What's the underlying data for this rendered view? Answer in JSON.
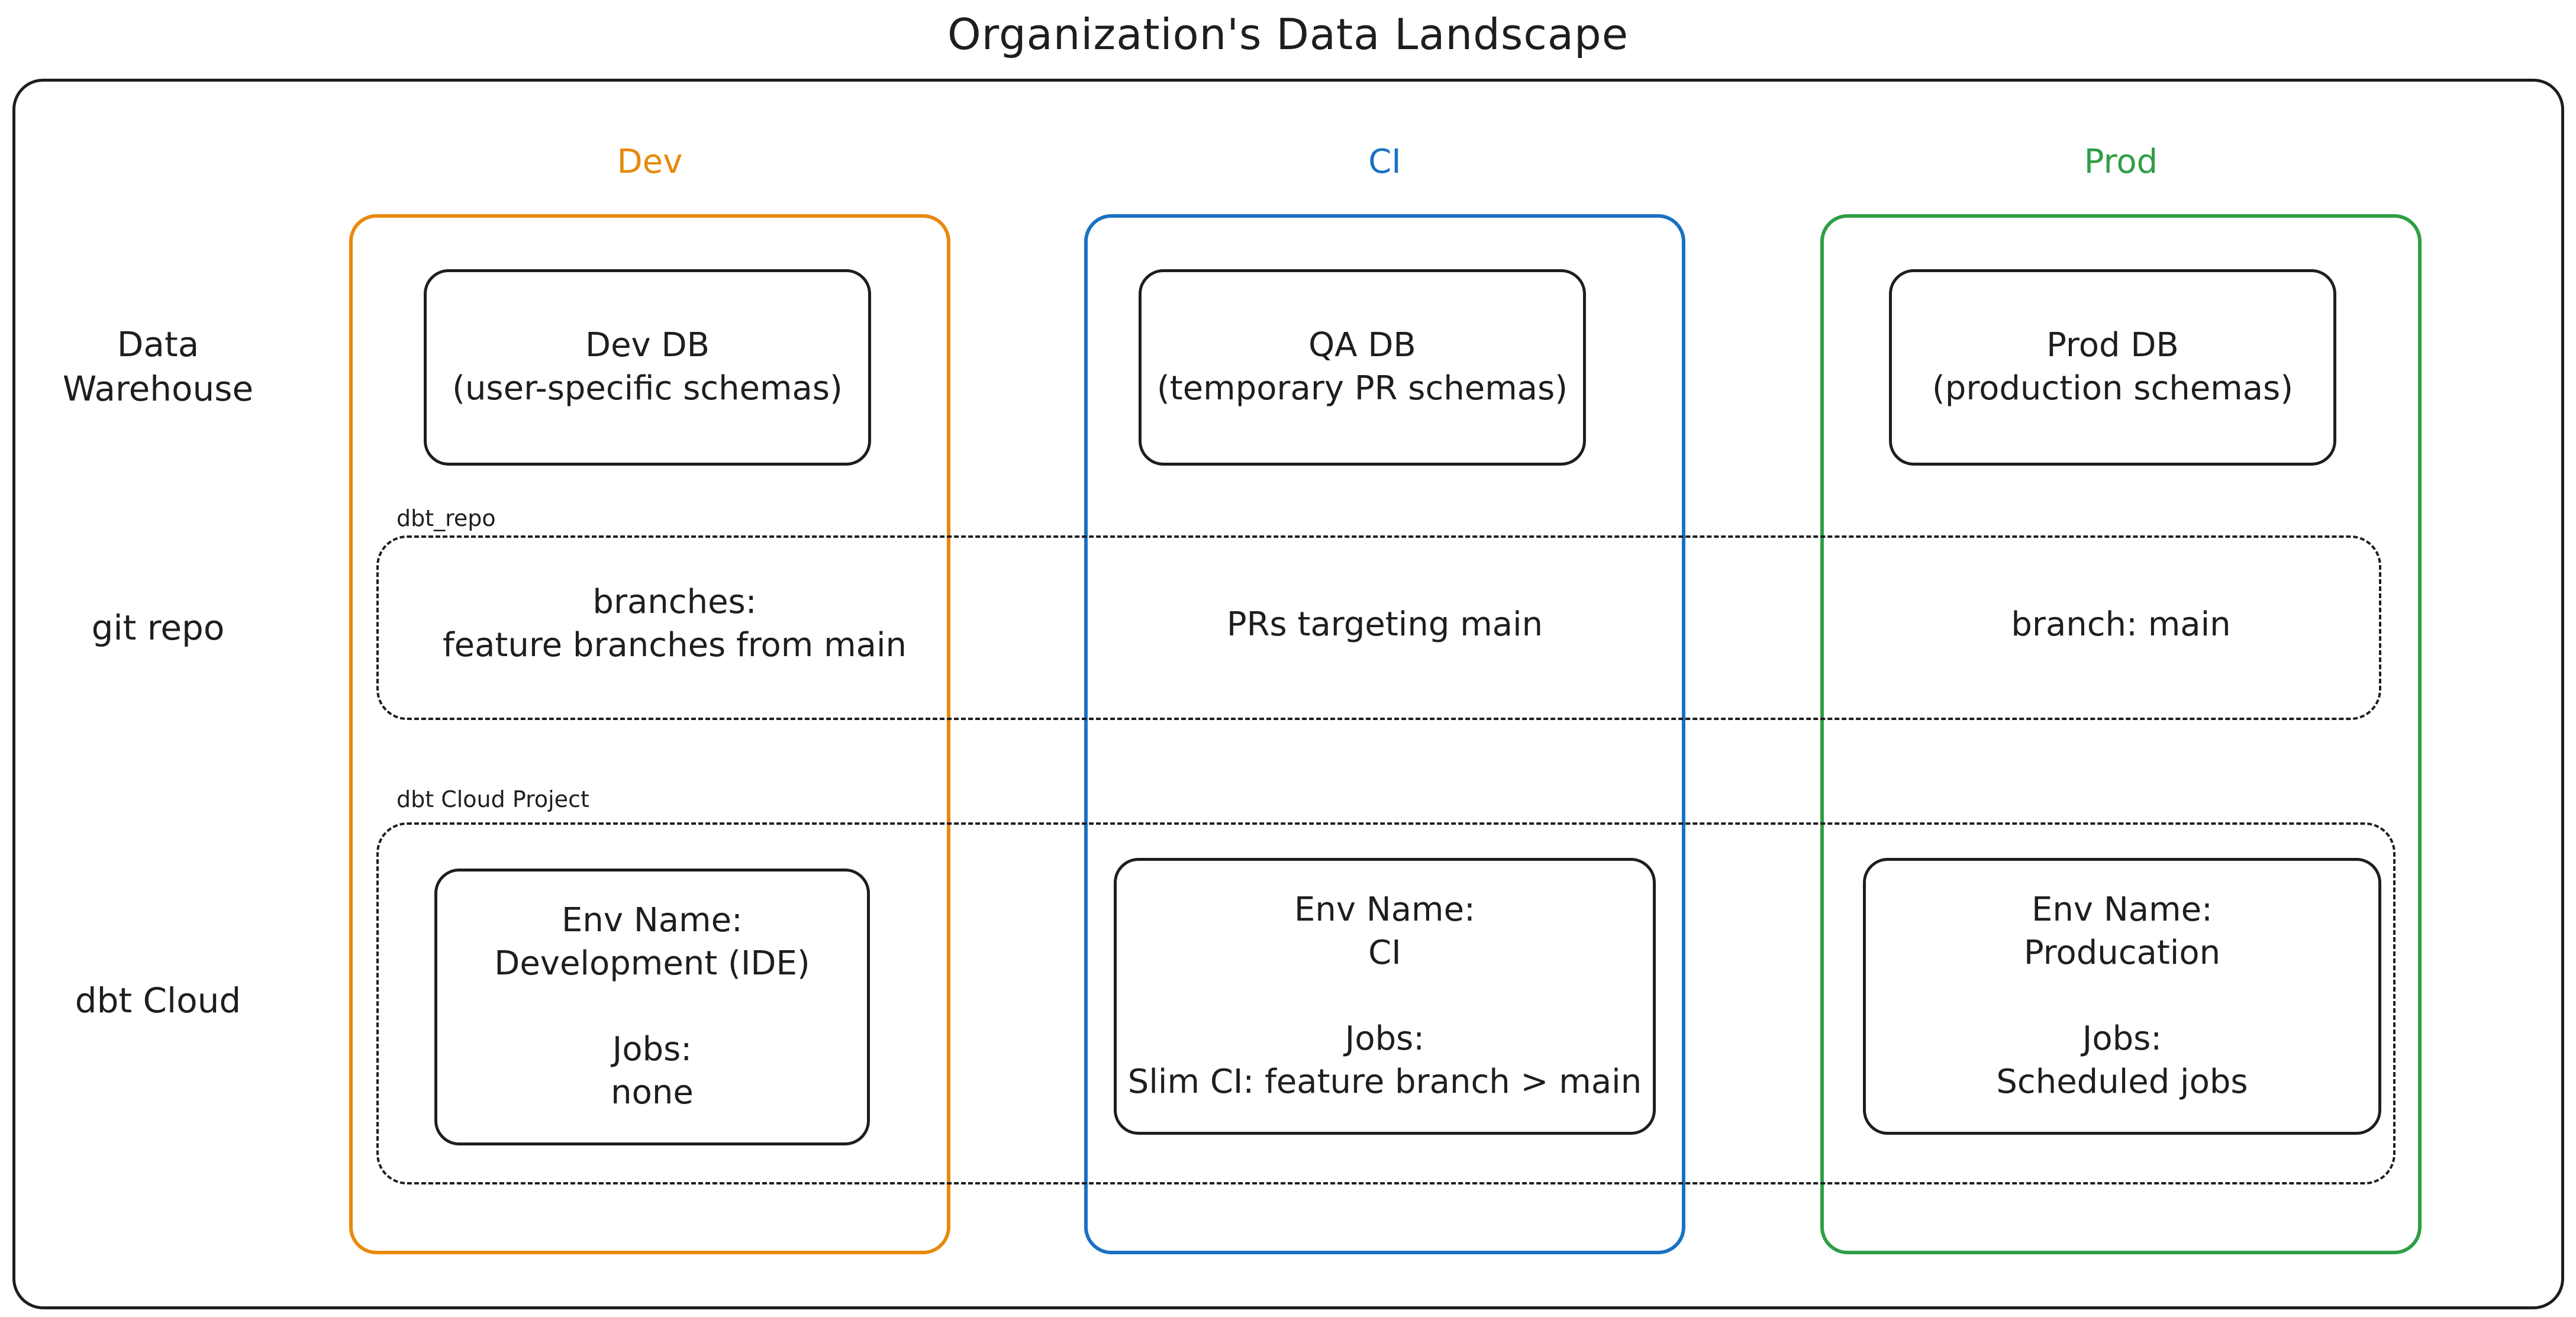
{
  "title": "Organization's Data Landscape",
  "colors": {
    "dev": "#e8890c",
    "ci": "#1971c2",
    "prod": "#2f9e44",
    "ink": "#1e1e1e"
  },
  "columns": [
    {
      "label": "Dev",
      "color": "#e8890c"
    },
    {
      "label": "CI",
      "color": "#1971c2"
    },
    {
      "label": "Prod",
      "color": "#2f9e44"
    }
  ],
  "rows": {
    "data_warehouse": "Data\nWarehouse",
    "git_repo": "git repo",
    "dbt_cloud": "dbt Cloud"
  },
  "groups": {
    "dbt_repo": "dbt_repo",
    "dbt_cloud_project": "dbt Cloud Project"
  },
  "warehouse": {
    "dev": "Dev DB\n(user-specific schemas)",
    "ci": "QA DB\n(temporary PR schemas)",
    "prod": "Prod DB\n(production schemas)"
  },
  "git": {
    "dev": "branches:\nfeature branches from main",
    "ci": "PRs targeting main",
    "prod": "branch: main"
  },
  "envs": {
    "dev": "Env Name:\nDevelopment (IDE)\n\nJobs:\nnone",
    "ci": "Env Name:\nCI\n\nJobs:\nSlim CI: feature branch > main",
    "prod": "Env Name:\nProducation\n\nJobs:\nScheduled jobs"
  }
}
